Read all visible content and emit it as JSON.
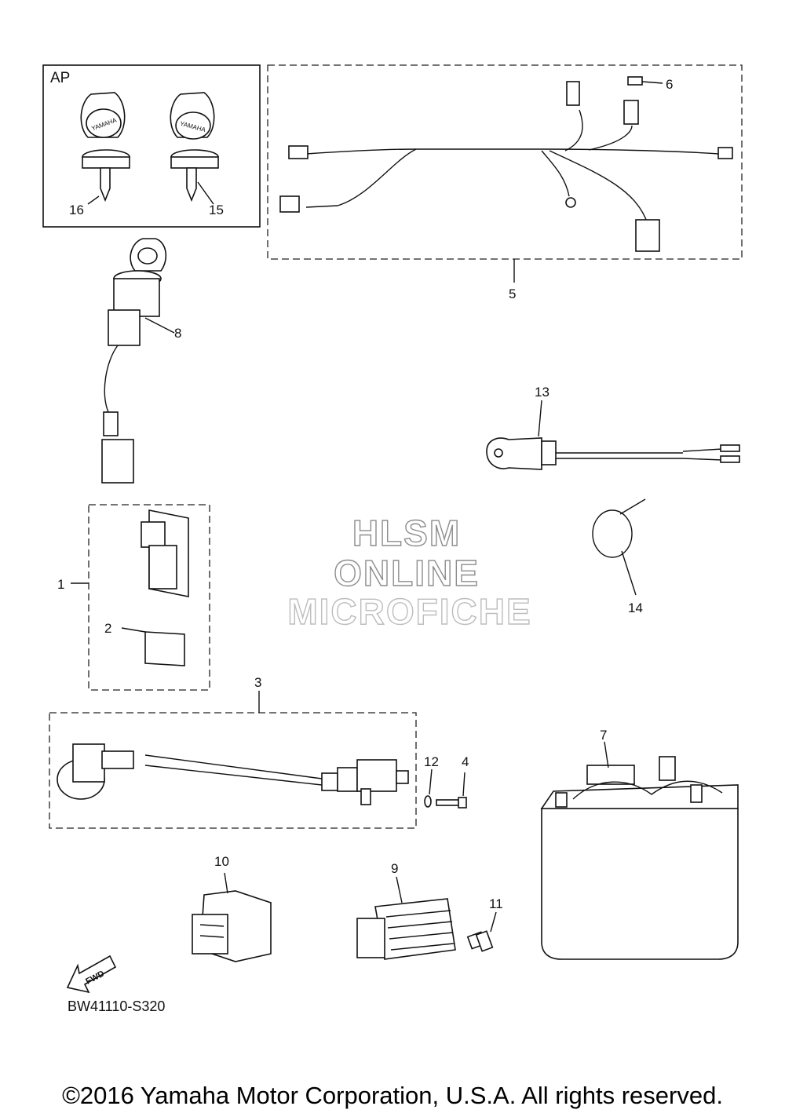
{
  "diagram": {
    "group_label": "AP",
    "callouts": {
      "c1": "1",
      "c2": "2",
      "c3": "3",
      "c4": "4",
      "c5": "5",
      "c6": "6",
      "c7": "7",
      "c8": "8",
      "c9": "9",
      "c10": "10",
      "c11": "11",
      "c12": "12",
      "c13": "13",
      "c14": "14",
      "c15": "15",
      "c16": "16"
    },
    "watermark": {
      "line1": "HLSM",
      "line2": "ONLINE",
      "line3": "MICROFICHE"
    },
    "fwd_label": "FWD",
    "brand_text": "YAMAHA",
    "diagram_code": "BW41110-S320"
  },
  "footer": {
    "copyright": "©2016 Yamaha Motor Corporation, U.S.A. All rights reserved."
  }
}
